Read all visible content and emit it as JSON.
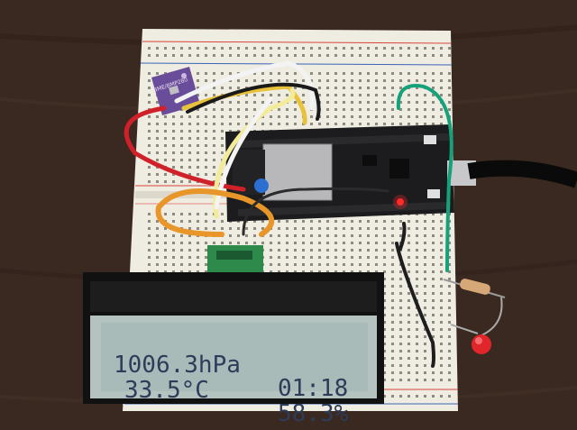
{
  "lcd": {
    "pressure": "1006.3hPa",
    "time": "01:18",
    "temperature": "33.5°C",
    "humidity": "58.3%"
  },
  "sensor_module": {
    "label": "BME/BMP280"
  },
  "colors": {
    "table": "#3b2a20",
    "breadboard": "#efece2",
    "esp_board": "#1c1c1e",
    "lcd_backlight": "#b4c3c0",
    "lcd_text": "#2e3c5a",
    "sensor_pcb": "#6a4d9a",
    "led": "#e0262a"
  }
}
